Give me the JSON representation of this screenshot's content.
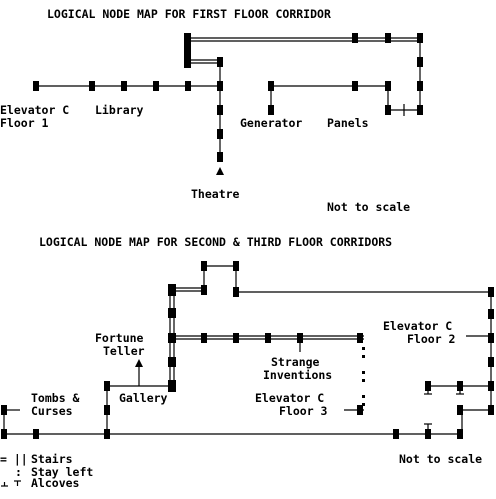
{
  "titles": {
    "first_floor": "LOGICAL NODE MAP FOR FIRST FLOOR CORRIDOR",
    "second_third_floor": "LOGICAL NODE MAP FOR SECOND & THIRD FLOOR CORRIDORS"
  },
  "first_floor_labels": {
    "elevator_c_line1": "Elevator C",
    "elevator_c_line2": "Floor 1",
    "library": "Library",
    "generator": "Generator",
    "panels": "Panels",
    "theatre": "Theatre",
    "not_to_scale": "Not to scale"
  },
  "second_floor_labels": {
    "tombs_line1": "Tombs &",
    "tombs_line2": "Curses",
    "fortune_line1": "Fortune",
    "fortune_line2": "Teller",
    "gallery": "Gallery",
    "strange_line1": "Strange",
    "strange_line2": "Inventions",
    "elevator_c2_line1": "Elevator C",
    "elevator_c2_line2": "Floor 2",
    "elevator_c3_line1": "Elevator C",
    "elevator_c3_line2": "Floor 3",
    "not_to_scale": "Not to scale"
  },
  "legend": {
    "stairs_symbol": "= ||",
    "stairs_text": "Stairs",
    "stay_left_symbol": ":",
    "stay_left_text": "Stay left",
    "alcoves_text": "Alcoves"
  }
}
